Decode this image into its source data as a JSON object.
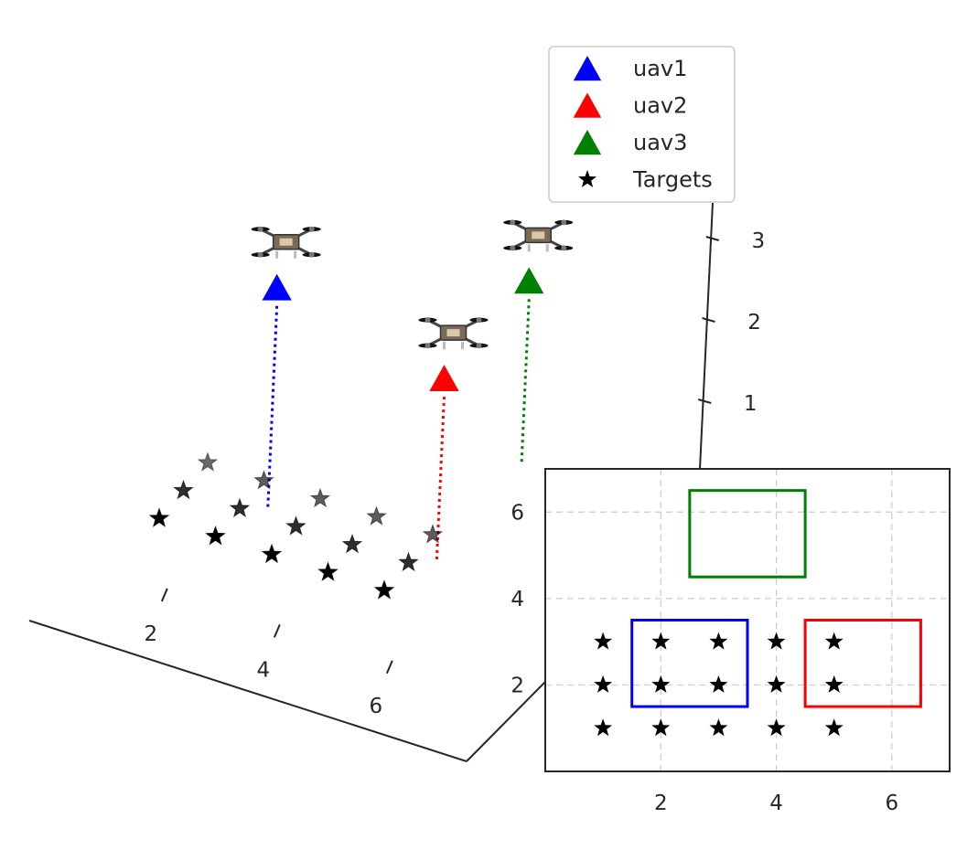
{
  "chart_data": [
    {
      "type": "scatter",
      "view": "3d",
      "x_ticks": [
        "2",
        "4",
        "6"
      ],
      "z_ticks": [
        "1",
        "2",
        "3"
      ],
      "uavs": [
        {
          "name": "uav1",
          "color": "#0000ff",
          "x": 2.5,
          "y": 2.0,
          "z": 3.0
        },
        {
          "name": "uav2",
          "color": "#ff0000",
          "x": 5.5,
          "y": 2.0,
          "z": 2.5
        },
        {
          "name": "uav3",
          "color": "#008000",
          "x": 5.5,
          "y": 5.5,
          "z": 2.5
        }
      ],
      "targets": [
        {
          "x": 1,
          "y": 1
        },
        {
          "x": 2,
          "y": 1
        },
        {
          "x": 3,
          "y": 1
        },
        {
          "x": 4,
          "y": 1
        },
        {
          "x": 5,
          "y": 1
        },
        {
          "x": 1,
          "y": 2
        },
        {
          "x": 2,
          "y": 2
        },
        {
          "x": 3,
          "y": 2
        },
        {
          "x": 4,
          "y": 2
        },
        {
          "x": 5,
          "y": 2
        },
        {
          "x": 1,
          "y": 3
        },
        {
          "x": 2,
          "y": 3
        },
        {
          "x": 3,
          "y": 3
        },
        {
          "x": 4,
          "y": 3
        },
        {
          "x": 5,
          "y": 3
        }
      ],
      "legend": {
        "placement": "top",
        "entries": [
          {
            "label": "uav1",
            "marker": "triangle",
            "color": "#0000ff"
          },
          {
            "label": "uav2",
            "marker": "triangle",
            "color": "#ff0000"
          },
          {
            "label": "uav3",
            "marker": "triangle",
            "color": "#008000"
          },
          {
            "label": "Targets",
            "marker": "star",
            "color": "#000000"
          }
        ]
      }
    },
    {
      "type": "scatter",
      "view": "top-down inset",
      "xlim": [
        0,
        7
      ],
      "ylim": [
        0,
        7
      ],
      "x_ticks": [
        "2",
        "4",
        "6"
      ],
      "y_ticks": [
        "2",
        "4",
        "6"
      ],
      "grid": true,
      "targets": [
        {
          "x": 1,
          "y": 1
        },
        {
          "x": 2,
          "y": 1
        },
        {
          "x": 3,
          "y": 1
        },
        {
          "x": 4,
          "y": 1
        },
        {
          "x": 5,
          "y": 1
        },
        {
          "x": 1,
          "y": 2
        },
        {
          "x": 2,
          "y": 2
        },
        {
          "x": 3,
          "y": 2
        },
        {
          "x": 4,
          "y": 2
        },
        {
          "x": 5,
          "y": 2
        },
        {
          "x": 1,
          "y": 3
        },
        {
          "x": 2,
          "y": 3
        },
        {
          "x": 3,
          "y": 3
        },
        {
          "x": 4,
          "y": 3
        },
        {
          "x": 5,
          "y": 3
        }
      ],
      "regions": [
        {
          "color": "#0000ff",
          "x0": 1.5,
          "x1": 3.5,
          "y0": 1.5,
          "y1": 3.5
        },
        {
          "color": "#ff0000",
          "x0": 4.5,
          "x1": 6.5,
          "y0": 1.5,
          "y1": 3.5
        },
        {
          "color": "#008000",
          "x0": 2.5,
          "x1": 4.5,
          "y0": 4.5,
          "y1": 6.5
        }
      ]
    }
  ]
}
